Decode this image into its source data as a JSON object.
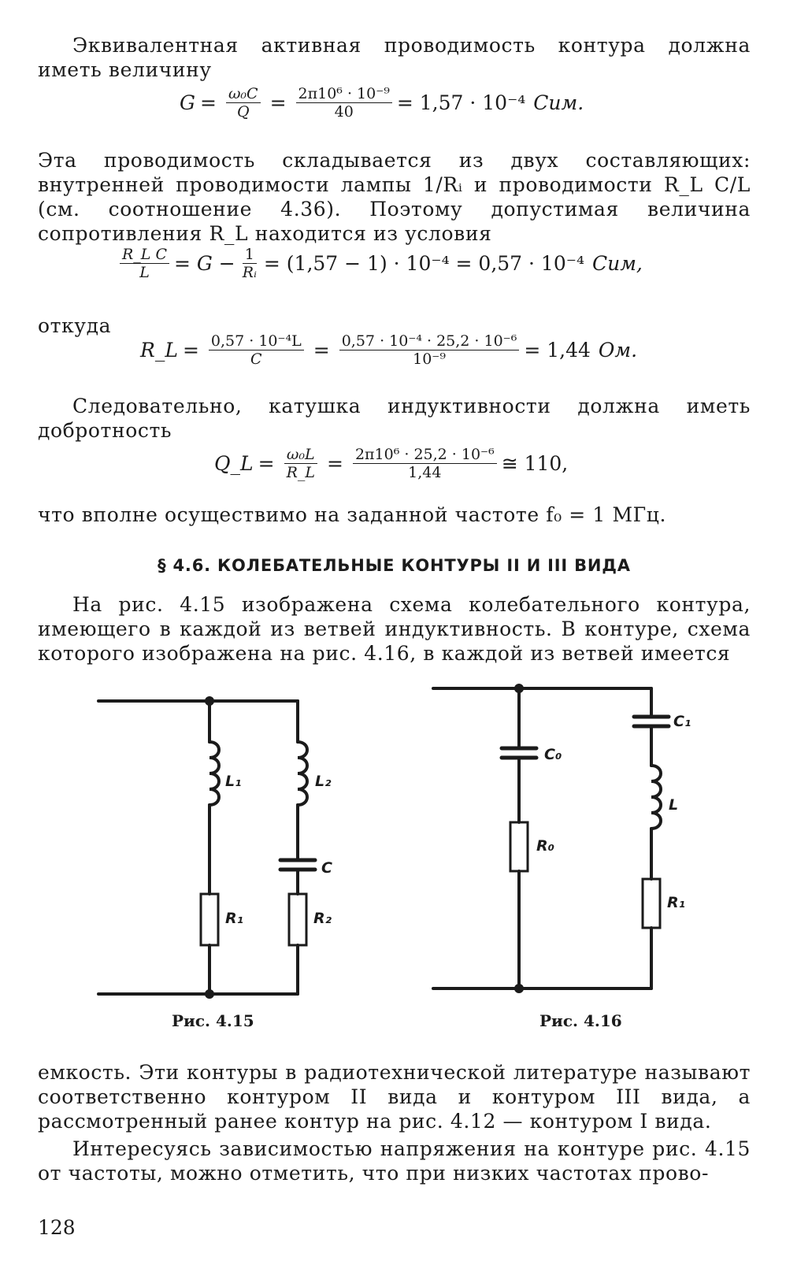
{
  "para1": "Эквивалентная активная проводимость контура должна иметь величину",
  "f1": {
    "lhs": "G",
    "eq": "=",
    "n1": "ω₀C",
    "d1": "Q",
    "n2": "2π10⁶ · 10⁻⁹",
    "d2": "40",
    "rhs": "= 1,57 · 10⁻⁴",
    "unit": "Сим."
  },
  "para2": "Эта проводимость складывается из двух составляющих: внутренней проводимости лампы 1/Rᵢ и проводимости R_L C/L (см. соотношение 4.36). Поэтому допустимая величина сопротивления R_L находится из условия",
  "f2": {
    "n1": "R_L C",
    "d1": "L",
    "mid": "= G −",
    "n2": "1",
    "d2": "Rᵢ",
    "rhs": "= (1,57 − 1) · 10⁻⁴ = 0,57 · 10⁻⁴",
    "unit": "Сим,"
  },
  "otkuda": "откуда",
  "f3": {
    "lhs": "R_L",
    "eq": "=",
    "n1": "0,57 · 10⁻⁴L",
    "d1": "C",
    "n2": "0,57 · 10⁻⁴ · 25,2 · 10⁻⁶",
    "d2": "10⁻⁹",
    "rhs": "= 1,44",
    "unit": "Ом."
  },
  "para3": "Следовательно, катушка индуктивности должна иметь добротность",
  "f4": {
    "lhs": "Q_L",
    "eq": "=",
    "n1": "ω₀L",
    "d1": "R_L",
    "n2": "2π10⁶ · 25,2 · 10⁻⁶",
    "d2": "1,44",
    "rhs": "≅ 110,"
  },
  "para4": "что вполне осуществимо на заданной частоте f₀ = 1 МГц.",
  "heading": "§ 4.6. КОЛЕБАТЕЛЬНЫЕ КОНТУРЫ II И III ВИДА",
  "para5": "На рис. 4.15 изображена схема колебательного контура, имеющего в каждой из ветвей индуктивность. В контуре, схема которого изображена на рис. 4.16, в каждой из ветвей имеется",
  "fig1": {
    "caption": "Рис. 4.15",
    "labels": {
      "L1": "L₁",
      "L2": "L₂",
      "C": "C",
      "R1": "R₁",
      "R2": "R₂"
    }
  },
  "fig2": {
    "caption": "Рис. 4.16",
    "labels": {
      "C0": "C₀",
      "C1": "C₁",
      "L": "L",
      "R0": "R₀",
      "R1": "R₁"
    }
  },
  "para6": "емкость. Эти контуры в радиотехнической литературе называют соответственно контуром II вида и контуром III вида, а рассмотренный ранее контур на рис. 4.12 — контуром I вида.",
  "para7": "Интересуясь зависимостью напряжения на контуре рис. 4.15 от частоты, можно отметить, что при низких частотах прово-",
  "page_number": "128"
}
